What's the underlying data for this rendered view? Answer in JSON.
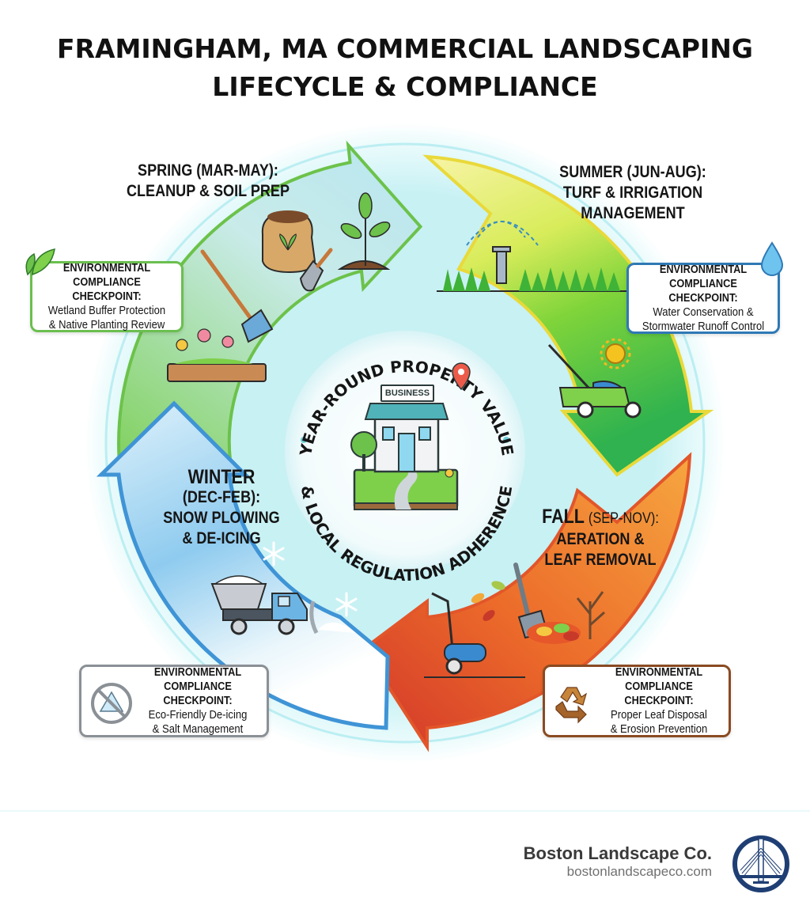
{
  "title": {
    "line1": "FRAMINGHAM, MA COMMERCIAL LANDSCAPING",
    "line2": "LIFECYCLE & COMPLIANCE"
  },
  "center": {
    "arc_top": "YEAR-ROUND PROPERTY VALUE",
    "arc_bottom": "& LOCAL REGULATION ADHERENCE",
    "sign": "BUSINESS",
    "icons": [
      "storefront-icon",
      "tree-icon",
      "map-pin-icon",
      "flower-icon",
      "path-icon"
    ]
  },
  "seasons": [
    {
      "id": "spring",
      "line1": "SPRING (MAR-MAY):",
      "line2": "CLEANUP & SOIL PREP",
      "color": "#8ed46a",
      "icons": [
        "rake-icon",
        "soil-bag-icon",
        "trowel-icon",
        "seedling-icon",
        "flower-planter-icon"
      ]
    },
    {
      "id": "summer",
      "line1": "SUMMER (JUN-AUG):",
      "line2": "TURF & IRRIGATION",
      "line3": "MANAGEMENT",
      "color": "#7ed33a",
      "icons": [
        "sprinkler-icon",
        "grass-icon",
        "lawn-mower-icon",
        "sun-icon"
      ]
    },
    {
      "id": "fall",
      "word": "FALL",
      "paren": "(SEP-NOV):",
      "line2": "AERATION &",
      "line3": "LEAF REMOVAL",
      "color": "#f0822e",
      "icons": [
        "aerator-icon",
        "leaf-rake-icon",
        "leaf-pile-icon",
        "bare-tree-icon",
        "falling-leaves-icon"
      ]
    },
    {
      "id": "winter",
      "line1": "WINTER",
      "line2": "(DEC-FEB):",
      "line3": "SNOW PLOWING",
      "line4": "& DE-ICING",
      "color": "#5fb0e6",
      "icons": [
        "salt-spreader-truck-icon",
        "snow-plow-icon",
        "snowflake-icon"
      ]
    }
  ],
  "checkpoints": [
    {
      "id": "spring",
      "title1": "ENVIRONMENTAL",
      "title2": "COMPLIANCE CHECKPOINT:",
      "body1": "Wetland Buffer Protection",
      "body2": "& Native Planting Review",
      "border": "#6bbf4f",
      "icon": "leaves-icon"
    },
    {
      "id": "summer",
      "title1": "ENVIRONMENTAL",
      "title2": "COMPLIANCE CHECKPOINT:",
      "body1": "Water Conservation &",
      "body2": "Stormwater Runoff Control",
      "border": "#2f79b5",
      "icon": "water-drop-icon"
    },
    {
      "id": "winter",
      "title1": "ENVIRONMENTAL",
      "title2": "COMPLIANCE CHECKPOINT:",
      "body1": "Eco-Friendly De-icing",
      "body2": "& Salt Management",
      "border": "#8a9096",
      "icon": "no-salt-icon"
    },
    {
      "id": "fall",
      "title1": "ENVIRONMENTAL",
      "title2": "COMPLIANCE CHECKPOINT:",
      "body1": "Proper Leaf Disposal",
      "body2": "& Erosion Prevention",
      "border": "#8a4b22",
      "icon": "recycle-icon"
    }
  ],
  "footer": {
    "company": "Boston Landscape Co.",
    "url": "bostonlandscapeco.com",
    "logo_color": "#1f3f74"
  }
}
